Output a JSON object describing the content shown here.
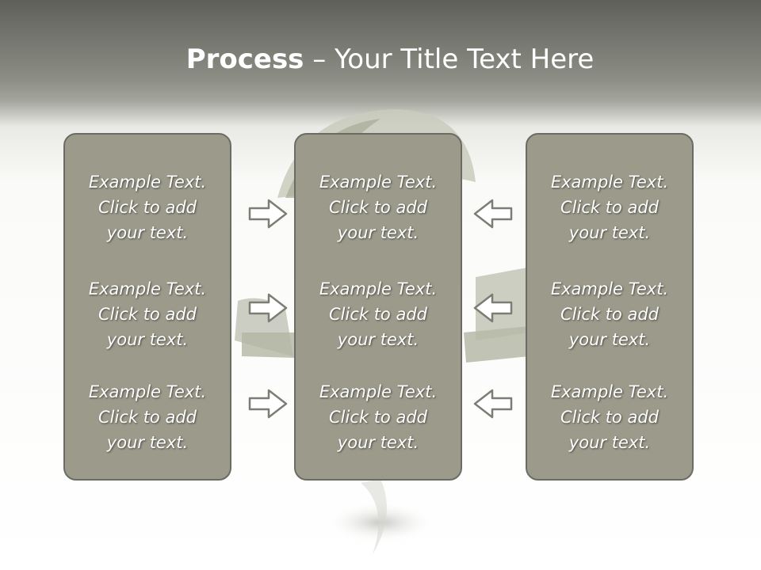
{
  "title": {
    "bold": "Process",
    "rest": " – Your Title Text Here"
  },
  "columns": [
    {
      "blocks": [
        [
          "Example Text.",
          "Click  to add",
          "your text."
        ],
        [
          "Example Text.",
          "Click  to add",
          "your text."
        ],
        [
          "Example Text.",
          "Click  to add",
          "your text."
        ]
      ]
    },
    {
      "blocks": [
        [
          "Example Text.",
          "Click  to add",
          "your text."
        ],
        [
          "Example Text.",
          "Click  to add",
          "your text."
        ],
        [
          "Example Text.",
          "Click  to add",
          "your text."
        ]
      ]
    },
    {
      "blocks": [
        [
          "Example Text.",
          "Click  to add",
          "your text."
        ],
        [
          "Example Text.",
          "Click  to add",
          "your text."
        ],
        [
          "Example Text.",
          "Click  to add",
          "your text."
        ]
      ]
    }
  ],
  "colors": {
    "panel_fill": "#9b9a8b",
    "panel_border": "#6b6c64",
    "header_band": "#6b6c64",
    "text": "#ffffff"
  },
  "icons": {
    "left_arrows": "right-arrow-outline-icon",
    "right_arrows": "left-arrow-outline-icon"
  }
}
